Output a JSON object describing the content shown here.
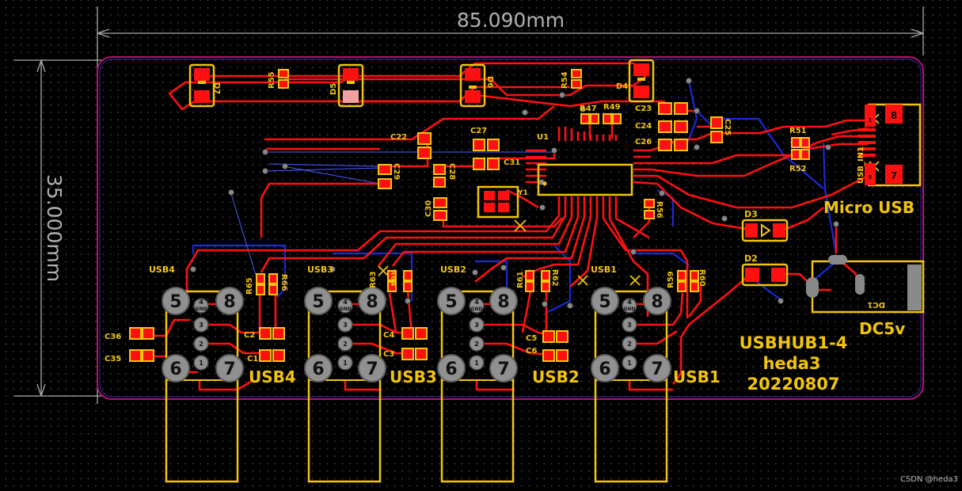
{
  "dimensions": {
    "width": "85.090mm",
    "height": "35.000mm"
  },
  "board_text": {
    "line1": "USBHUB1-4",
    "line2": "heda3",
    "line3": "20220807"
  },
  "watermark": "CSDN @heda3",
  "connectors": {
    "micro_usb": "Micro USB",
    "micro_usb_ref": "USB_IN1",
    "dc_jack": "DC5v",
    "dc_ref": "DC1",
    "usb_ports": [
      {
        "ref": "USB4",
        "name": "USB4"
      },
      {
        "ref": "USB3",
        "name": "USB3"
      },
      {
        "ref": "USB2",
        "name": "USB2"
      },
      {
        "ref": "USB1",
        "name": "USB1"
      }
    ],
    "port_pins": {
      "p5": "5",
      "p8": "8",
      "p6": "6",
      "p7": "7",
      "p4": "4",
      "gnd": "GND",
      "p3": "3",
      "p2": "2",
      "p1": "1"
    },
    "micro_pins": {
      "p8": "8",
      "p7": "7",
      "p1": "1",
      "p5": "5"
    }
  },
  "ic": {
    "ref": "U1",
    "crystal_ref": "Y1"
  },
  "diodes": {
    "d7": "D7",
    "d5": "D5",
    "d6": "D6",
    "d4": "D4",
    "d3": "D3",
    "d2": "D2"
  },
  "resistors": {
    "r55": "R55",
    "r54": "R54",
    "r47": "R47",
    "r49": "R49",
    "r51": "R51",
    "r52": "R52",
    "r56": "R56",
    "r65": "R65",
    "r66": "R66",
    "r63": "R63",
    "r64": "R64",
    "r61": "R61",
    "r62": "R62",
    "r59": "R59",
    "r60": "R60"
  },
  "capacitors": {
    "c22": "C22",
    "c27": "C27",
    "c31": "C31",
    "c28": "C28",
    "c29": "C29",
    "c30": "C30",
    "c23": "C23",
    "c24": "C24",
    "c26": "C26",
    "c25": "C25",
    "c36": "C36",
    "c35": "C35",
    "c2": "C2",
    "c1": "C1",
    "c4": "C4",
    "c3": "C3",
    "c5": "C5",
    "c6": "C6"
  },
  "colors": {
    "background": "#000000",
    "top_copper": "#ff0000",
    "bottom_copper": "#1a2ad6",
    "silkscreen": "#f2c40c",
    "board_outline": "#c0106a",
    "pad_hole": "#808080"
  }
}
